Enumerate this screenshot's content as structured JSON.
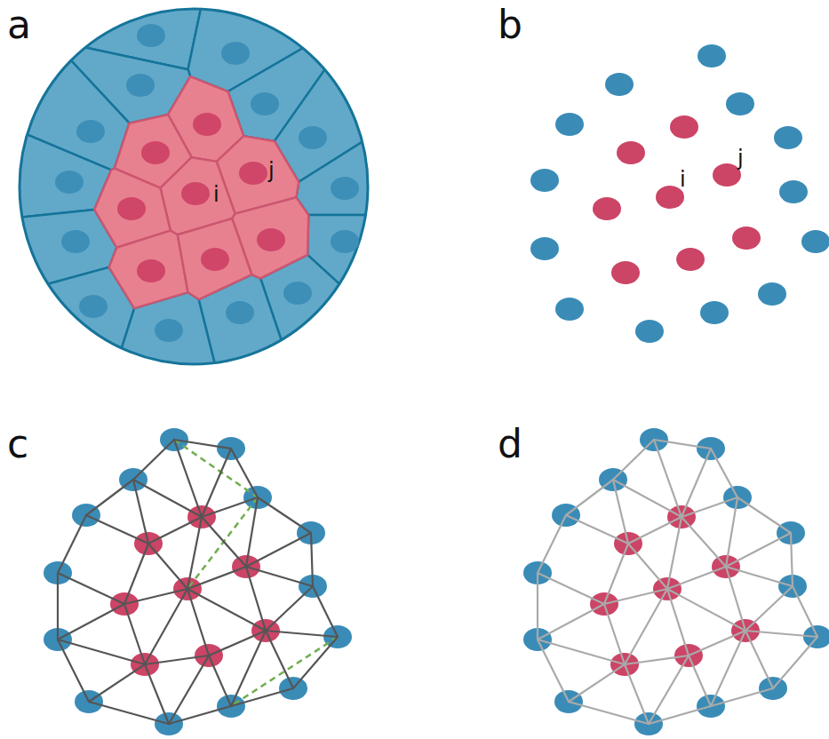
{
  "diagram": {
    "labels": [
      "a",
      "b",
      "i",
      "j",
      "i",
      "j",
      "c",
      "d"
    ]
  }
}
